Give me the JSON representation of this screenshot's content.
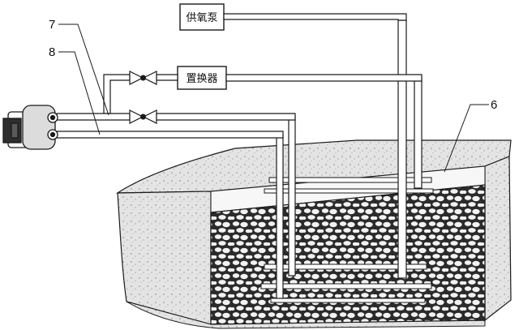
{
  "labels": {
    "oxygen_pump": "供氧泵",
    "replacer": "置换器",
    "num_7": "7",
    "num_8": "8",
    "num_6": "6"
  },
  "colors": {
    "line": "#1a1a1a",
    "soil_fill": "#e4e4e4",
    "gravel_fill": "#2b2b2b",
    "stone": "#f2f2f2",
    "pipe_fill": "#ffffff"
  }
}
